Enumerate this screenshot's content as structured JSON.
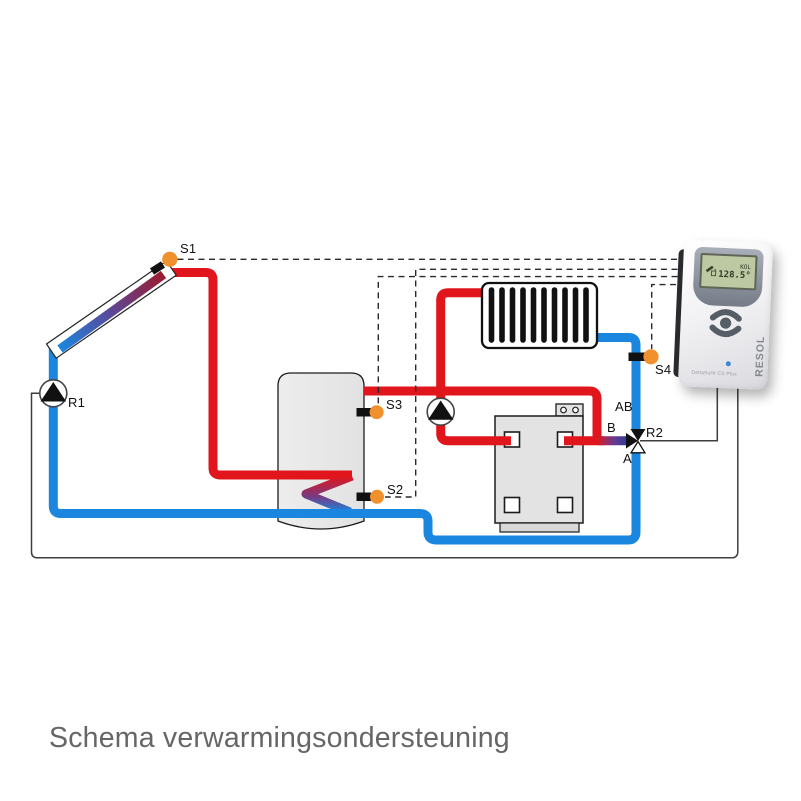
{
  "title": "Schema verwarmingsondersteuning",
  "sensors": {
    "s1": "S1",
    "s2": "S2",
    "s3": "S3",
    "s4": "S4"
  },
  "actuators": {
    "r1": "R1",
    "r2": "R2"
  },
  "valve_ports": {
    "ab": "AB",
    "b": "B",
    "a": "A"
  },
  "controller": {
    "brand": "RESOL",
    "model": "DeltaSol® CS Plus",
    "lcd_line1": "KOL",
    "lcd_line2": "128.5°"
  },
  "colors": {
    "hot": "#e0161c",
    "cold": "#1a86e0",
    "sensor": "#f0912d",
    "wire": "#3d3d3d"
  }
}
